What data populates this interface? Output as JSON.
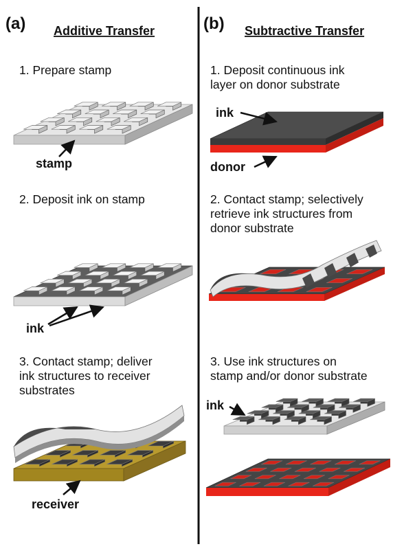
{
  "left": {
    "tag": "(a)",
    "heading": "Additive Transfer",
    "steps": [
      {
        "lines": [
          "1.  Prepare stamp"
        ],
        "label": "stamp"
      },
      {
        "lines": [
          "2.  Deposit ink on stamp"
        ],
        "label": "ink"
      },
      {
        "lines": [
          "3.  Contact stamp; deliver",
          "ink structures to receiver",
          "substrates"
        ],
        "label": "receiver"
      }
    ]
  },
  "right": {
    "tag": "(b)",
    "heading": "Subtractive Transfer",
    "steps": [
      {
        "lines": [
          "1.  Deposit continuous ink",
          "layer on donor substrate"
        ],
        "labels": [
          "ink",
          "donor"
        ]
      },
      {
        "lines": [
          "2.  Contact stamp; selectively",
          "retrieve ink structures from",
          "donor substrate"
        ]
      },
      {
        "lines": [
          "3.  Use ink structures on",
          "stamp and/or donor substrate"
        ],
        "label": "ink"
      }
    ]
  },
  "colors": {
    "stamp_top": "#e6e6e6",
    "stamp_side": "#b9b9b9",
    "ink_top": "#5a5a5a",
    "ink_side": "#3a3a3a",
    "donor": "#e8261a",
    "receiver_top": "#b89a2e",
    "receiver_side": "#8a7020",
    "divider": "#111111"
  }
}
